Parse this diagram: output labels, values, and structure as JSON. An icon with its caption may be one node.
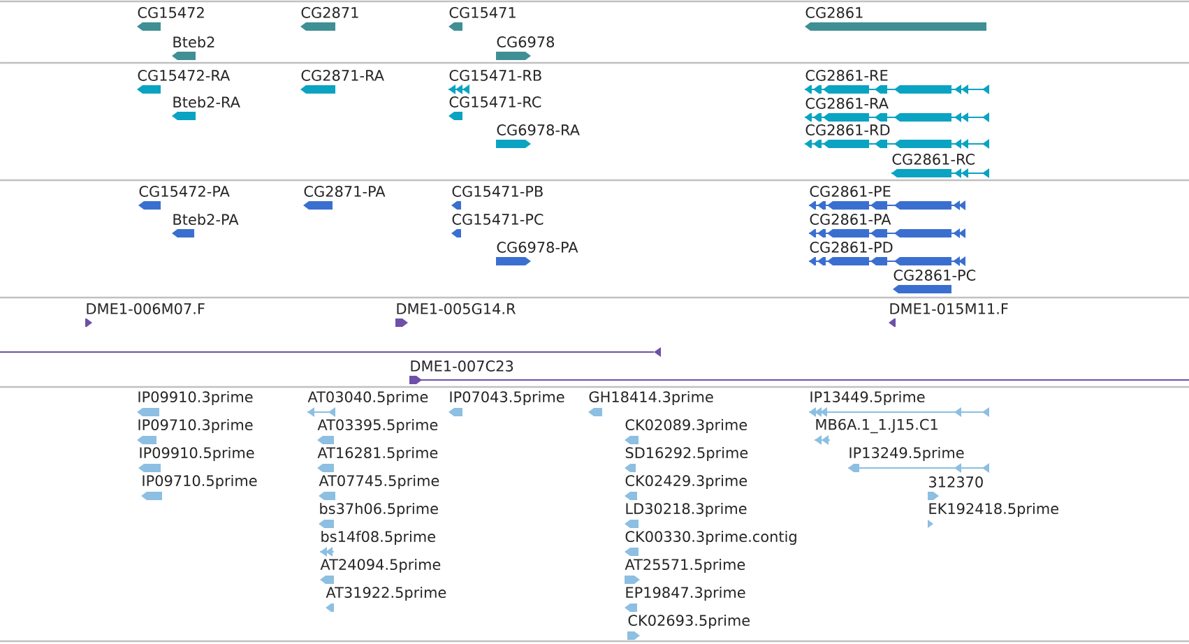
{
  "diagram": {
    "labels": [
      "CG15472",
      "CG2871",
      "CG15471",
      "CG2861",
      "Bteb2",
      "CG6978",
      "CG15472-RA",
      "CG2871-RA",
      "CG15471-RB",
      "CG2861-RE",
      "Bteb2-RA",
      "CG15471-RC",
      "CG2861-RA",
      "CG6978-RA",
      "CG2861-RD",
      "CG2861-RC",
      "CG15472-PA",
      "CG2871-PA",
      "CG15471-PB",
      "CG2861-PE",
      "Bteb2-PA",
      "CG15471-PC",
      "CG2861-PA",
      "CG6978-PA",
      "CG2861-PD",
      "CG2861-PC",
      "DME1-006M07.F",
      "DME1-005G14.R",
      "DME1-015M11.F",
      "DME1-007C23",
      "IP09910.3prime",
      "AT03040.5prime",
      "IP07043.5prime",
      "GH18414.3prime",
      "IP13449.5prime",
      "IP09710.3prime",
      "AT03395.5prime",
      "CK02089.3prime",
      "MB6A.1_1.J15.C1",
      "IP09910.5prime",
      "AT16281.5prime",
      "SD16292.5prime",
      "IP13249.5prime",
      "IP09710.5prime",
      "AT07745.5prime",
      "CK02429.3prime",
      "312370",
      "bs37h06.5prime",
      "LD30218.3prime",
      "EK192418.5prime",
      "bs14f08.5prime",
      "CK00330.3prime.contig",
      "AT24094.5prime",
      "AT25571.5prime",
      "AT31922.5prime",
      "EP19847.3prime",
      "CK02693.5prime"
    ]
  }
}
